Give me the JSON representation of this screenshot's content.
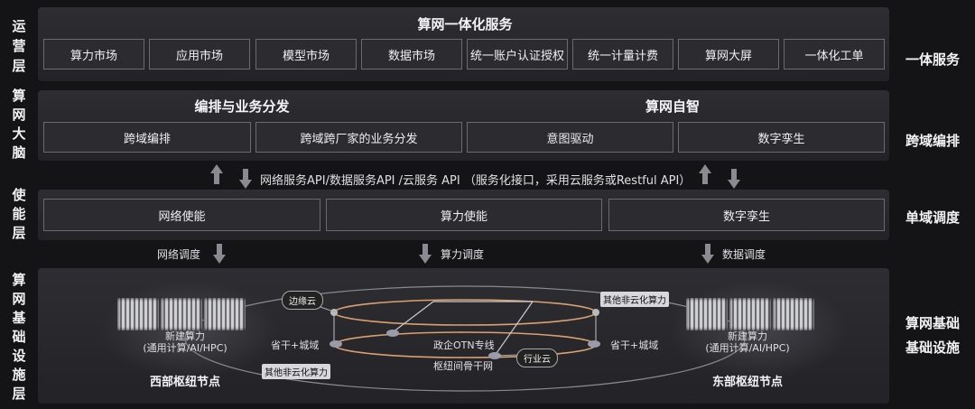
{
  "layers": {
    "ops": "运营层",
    "brain": "算网大脑",
    "enable": "使能层",
    "infra": "算网基础设施层"
  },
  "ops_band": {
    "title": "算网一体化服务",
    "items": [
      "算力市场",
      "应用市场",
      "模型市场",
      "数据市场",
      "统一账户认证授权",
      "统一计量计费",
      "算网大屏",
      "一体化工单"
    ],
    "right_label": "一体服务"
  },
  "brain_band": {
    "title_left": "编排与业务分发",
    "title_right": "算网自智",
    "items": [
      "跨域编排",
      "跨域跨厂家的业务分发",
      "意图驱动",
      "数字孪生"
    ],
    "right_label": "跨域编排"
  },
  "api_text": "网络服务API/数据服务API /云服务 API （服务化接口，采用云服务或Restful API）",
  "enable_band": {
    "items": [
      "网络使能",
      "算力使能",
      "数字孪生"
    ],
    "right_label": "单域调度"
  },
  "schedules": [
    "网络调度",
    "算力调度",
    "数据调度"
  ],
  "infra_band": {
    "right_label_1": "算网基础",
    "right_label_2": "基础设施",
    "west_caption": "新建算力\n(通用计算/AI/HPC)",
    "west_title": "西部枢纽节点",
    "east_caption": "新建算力\n(通用计算/AI/HPC)",
    "east_title": "东部枢纽节点",
    "edge_cloud": "边缘云",
    "other_compute_top": "其他非云化算力",
    "other_compute_bottom": "其他非云化算力",
    "prov_left": "省干+城域",
    "prov_right": "省干+城域",
    "otn": "政企OTN专线",
    "industry_cloud": "行业云",
    "backbone": "枢纽间骨干网"
  }
}
